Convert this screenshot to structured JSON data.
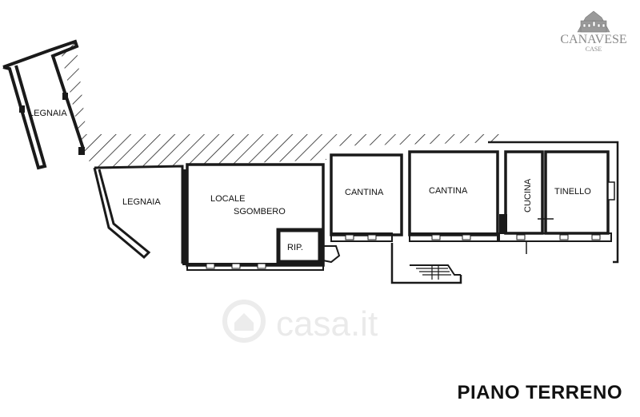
{
  "logo": {
    "brand": "CANAVESE",
    "sub": "CASE"
  },
  "watermark": {
    "text": "casa.it"
  },
  "rooms": {
    "legnaia_upper": "LEGNAIA",
    "legnaia_lower": "LEGNAIA",
    "locale_line1": "LOCALE",
    "locale_line2": "SGOMBERO",
    "rip": "RIP.",
    "cantina_left": "CANTINA",
    "cantina_right": "CANTINA",
    "cucina": "CUCINA",
    "tinello": "TINELLO"
  },
  "floor": {
    "title": "PIANO TERRENO"
  },
  "colors": {
    "wall": "#1a1a1a",
    "hatch": "#222222",
    "logo": "#8a8a8a",
    "watermark": "#e6e6e6"
  }
}
